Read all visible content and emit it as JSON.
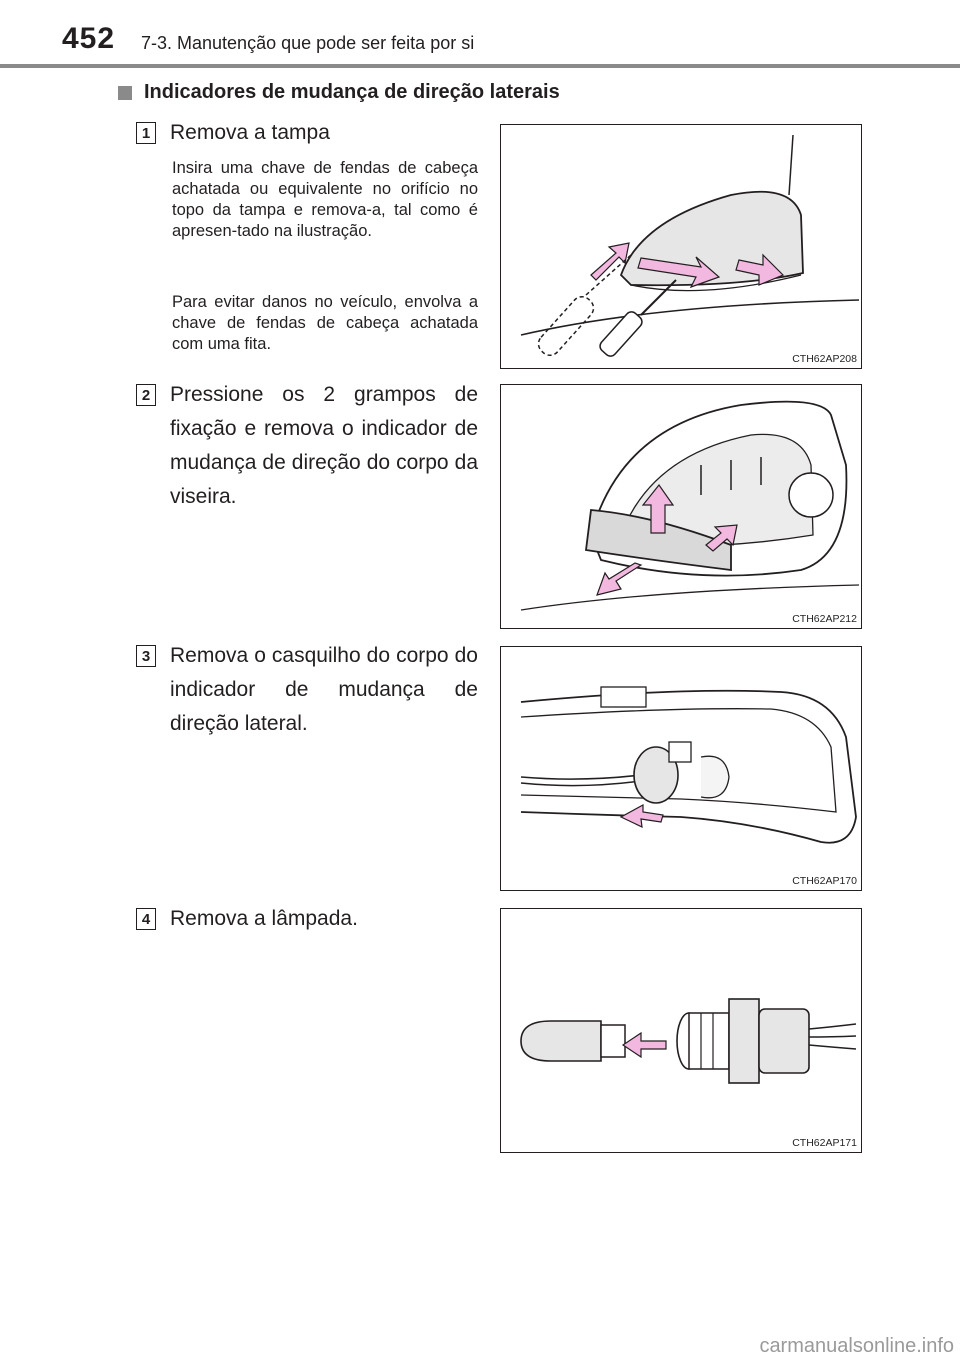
{
  "header": {
    "page_number": "452",
    "chapter": "7-3. Manutenção que pode ser feita por si"
  },
  "section": {
    "title": "Indicadores de mudança de direção laterais"
  },
  "steps": [
    {
      "number": "1",
      "title": "Remova a tampa",
      "notes": [
        "Insira uma chave de fendas de cabeça achatada ou equivalente no orifício no topo da tampa e remova-a, tal como é apresen-tado na ilustração.",
        "Para evitar danos no veículo, envolva a chave de fendas de cabeça achatada com uma fita."
      ],
      "figure_code": "CTH62AP208"
    },
    {
      "number": "2",
      "title": "Pressione os 2 grampos de fixação e remova o indicador de mudança de direção do corpo da viseira.",
      "figure_code": "CTH62AP212"
    },
    {
      "number": "3",
      "title": "Remova o casquilho do corpo do indicador de mudança de direção lateral.",
      "figure_code": "CTH62AP170"
    },
    {
      "number": "4",
      "title": "Remova a lâmpada.",
      "figure_code": "CTH62AP171"
    }
  ],
  "watermark": "carmanualsonline.info",
  "colors": {
    "arrow_fill": "#f2b8e0",
    "rule_gray": "#8a8a8a",
    "part_fill": "#e6e6e6"
  }
}
